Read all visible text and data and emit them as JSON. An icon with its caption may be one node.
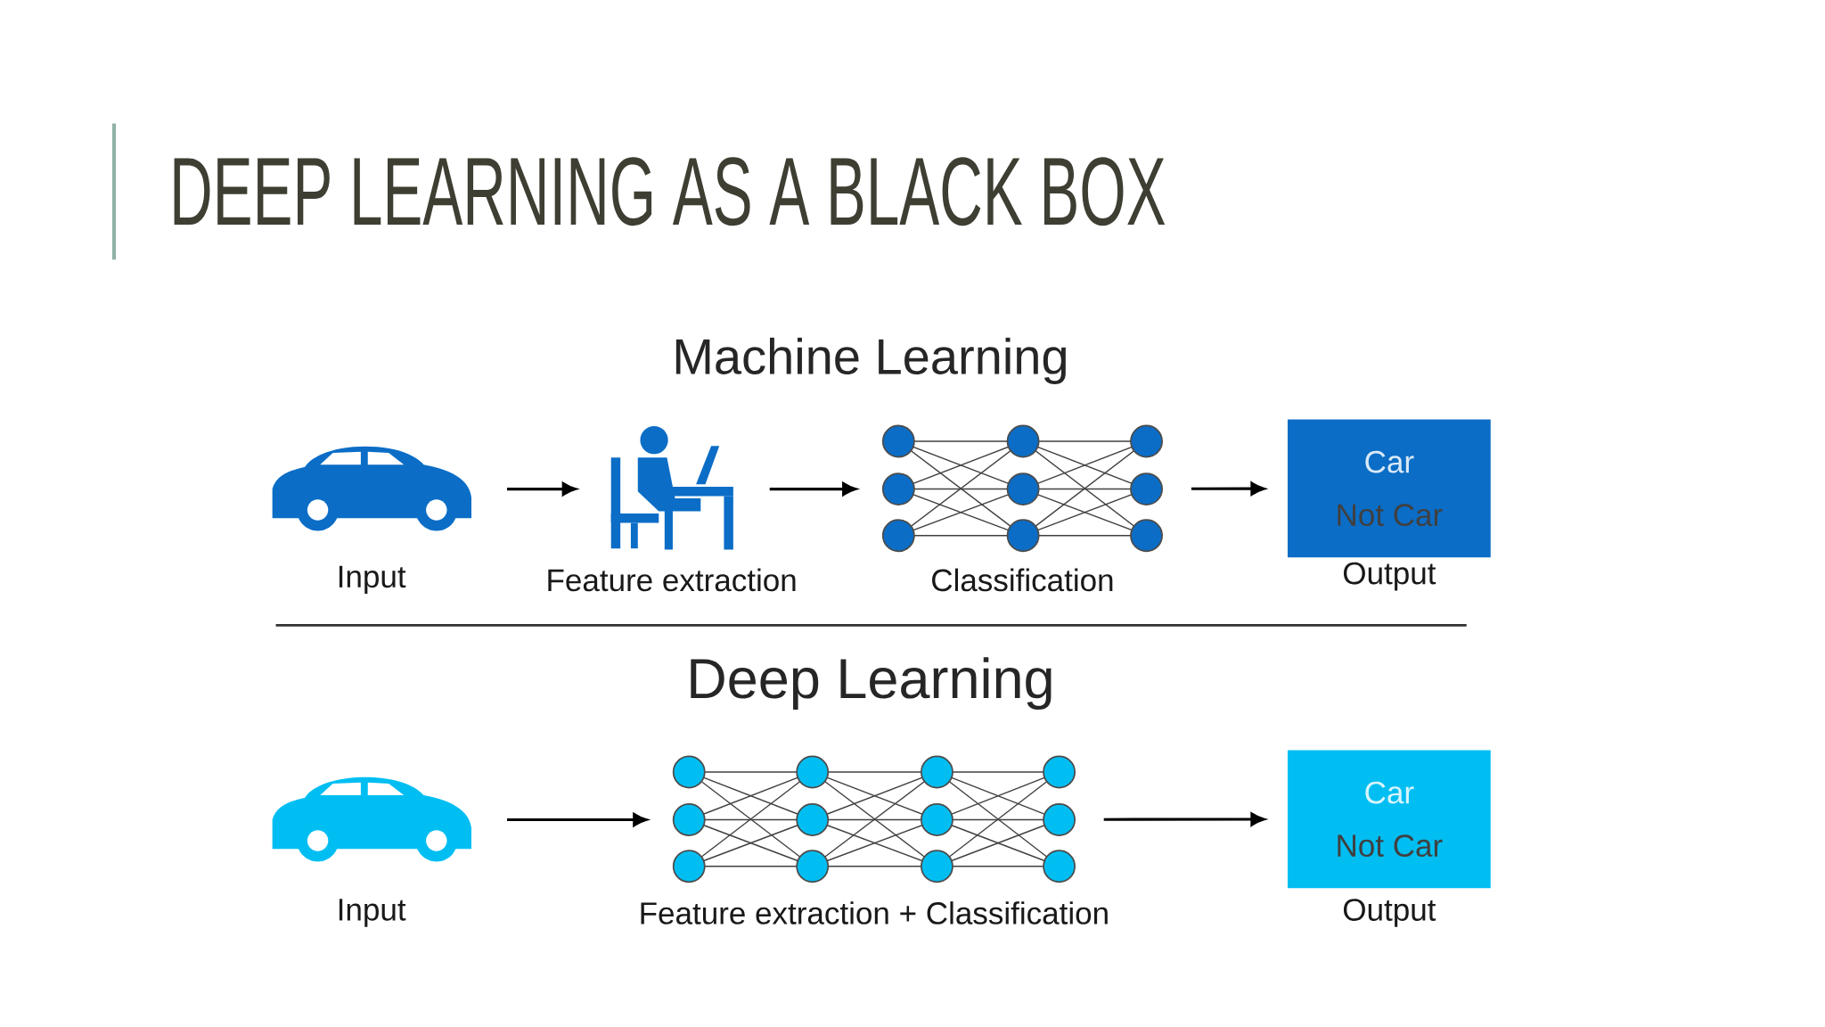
{
  "diagram": {
    "title": "DEEP LEARNING AS A BLACK BOX",
    "nodes": [
      {
        "text": [],
        "shape": "picture",
        "beside": [
          "Input"
        ]
      },
      {
        "text": [],
        "shape": "picture",
        "beside": [
          "Feature extraction"
        ]
      },
      {
        "text": [],
        "shape": "picture",
        "beside": [
          "Classification"
        ]
      },
      {
        "text": [
          "Car",
          "Not Car"
        ],
        "beside": [
          "Output"
        ]
      },
      {
        "text": [],
        "shape": "picture",
        "beside": [
          "Input"
        ]
      },
      {
        "text": [],
        "shape": "picture",
        "beside": [
          "Feature extraction + Classification"
        ]
      },
      {
        "text": [
          "Car",
          "Not Car"
        ],
        "beside": [
          "Output"
        ]
      }
    ],
    "edges": [
      {
        "from": 0,
        "to": 1,
        "arrow": "to"
      },
      {
        "from": 1,
        "to": 2,
        "arrow": "to"
      },
      {
        "from": 2,
        "to": 3,
        "arrow": "to"
      },
      {
        "from": 4,
        "to": 5,
        "arrow": "to"
      },
      {
        "from": 5,
        "to": 6,
        "arrow": "to"
      }
    ],
    "labels": [
      "Machine Learning",
      "Deep Learning"
    ]
  }
}
